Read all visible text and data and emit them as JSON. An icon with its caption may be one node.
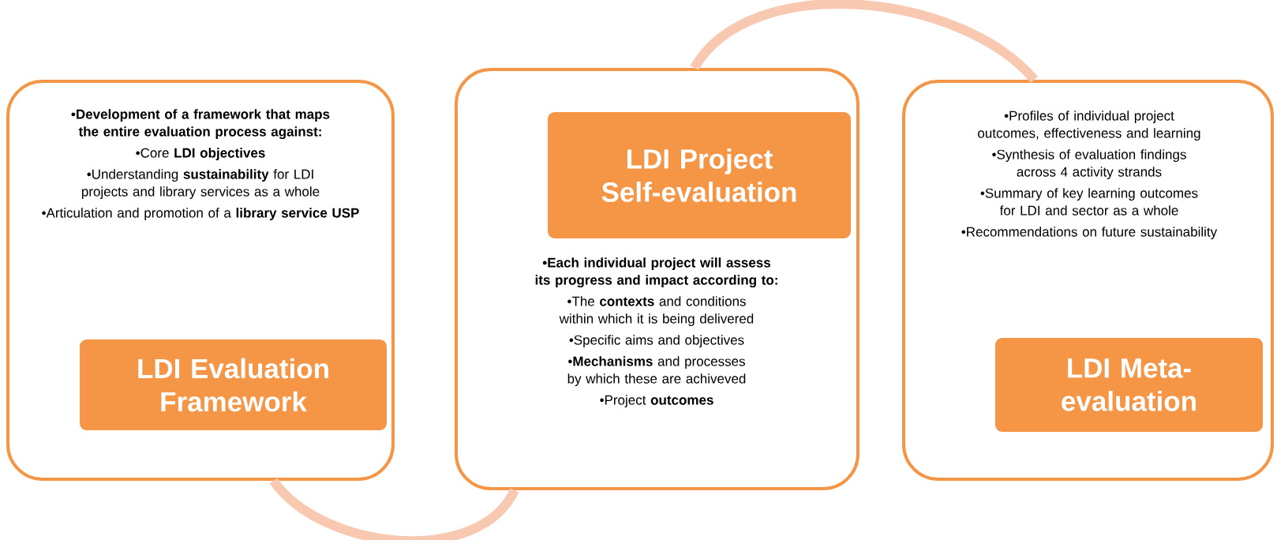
{
  "diagram": {
    "nodes": [
      {
        "text": [
          "•Development of a framework that maps the entire evaluation process against:",
          "•Core **LDI objectives**",
          "•Understanding **sustainability** for LDI projects and library services as a whole",
          "•Articulation and promotion of a **library service USP**"
        ]
      },
      {
        "text": [
          "LDI Evaluation Framework"
        ],
        "in": 0
      },
      {
        "text": [
          "•Each individual project will assess its progress and impact according to:",
          "•The **contexts** and conditions within which it is being delivered",
          "•Specific aims and objectives",
          "•**Mechanisms** and processes by which these are achiveved",
          "•Project **outcomes**"
        ]
      },
      {
        "text": [
          "LDI Project Self-evaluation"
        ],
        "in": 2
      },
      {
        "text": [
          "•Profiles of individual project outcomes, effectiveness and learning",
          "•Synthesis of evaluation findings across 4 activity strands",
          "•Summary of key learning outcomes for LDI and sector as a whole",
          "•Recommendations on future sustainability"
        ]
      },
      {
        "text": [
          "LDI Meta-evaluation"
        ],
        "in": 4
      }
    ],
    "edges": [
      {
        "from": 0,
        "to": 2,
        "arrow": "none"
      },
      {
        "from": 2,
        "to": 4,
        "arrow": "none"
      }
    ]
  }
}
